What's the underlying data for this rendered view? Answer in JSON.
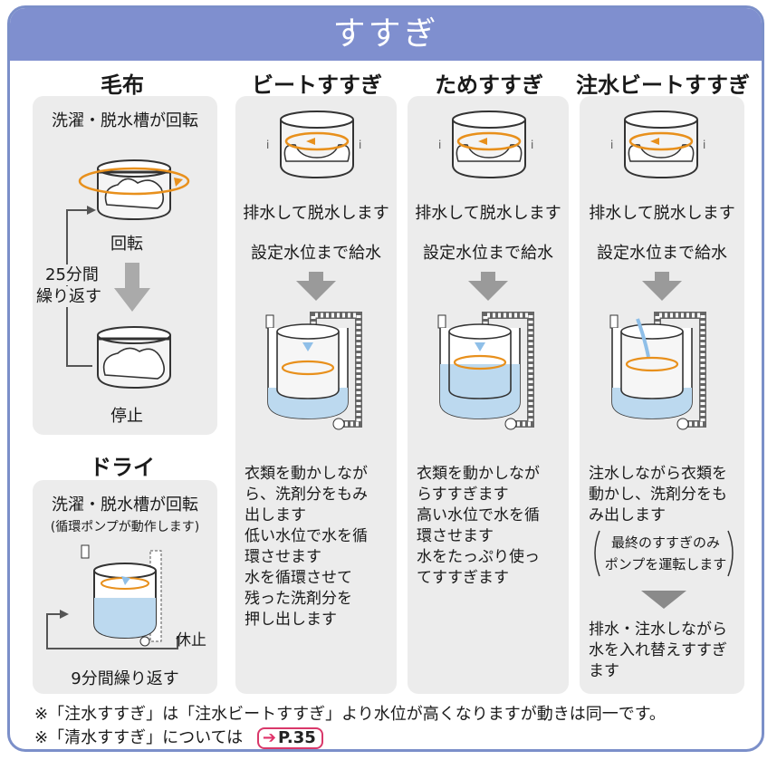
{
  "title": "すすぎ",
  "blanket": {
    "heading": "毛布",
    "caption": "洗濯・脱水槽が回転",
    "rotate_label": "回転",
    "repeat_label_1": "25分間",
    "repeat_label_2": "繰り返す",
    "stop_label": "停止"
  },
  "dry": {
    "heading": "ドライ",
    "caption_1": "洗濯・脱水槽が回転",
    "caption_2": "(循環ポンプが動作します)",
    "pause_label": "休止",
    "repeat_label": "9分間繰り返す"
  },
  "beat": {
    "heading": "ビートすすぎ",
    "step1": "排水して脱水します",
    "step2": "設定水位まで給水",
    "desc": [
      "衣類を動かしなが",
      "ら、洗剤分をもみ",
      "出します",
      "低い水位で水を循",
      "環させます",
      "水を循環させて",
      "残った洗剤分を",
      "押し出します"
    ]
  },
  "tame": {
    "heading": "ためすすぎ",
    "step1": "排水して脱水します",
    "step2": "設定水位まで給水",
    "desc": [
      "衣類を動かしなが",
      "らすすぎます",
      "高い水位で水を循",
      "環させます",
      "水をたっぷり使っ",
      "てすすぎます"
    ]
  },
  "chusui": {
    "heading": "注水ビートすすぎ",
    "step1": "排水して脱水します",
    "step2": "設定水位まで給水",
    "desc": [
      "注水しながら衣類を",
      "動かし、洗剤分をも",
      "み出します"
    ],
    "note_1": "最終のすすぎのみ",
    "note_2": "ポンプを運転します",
    "desc2": [
      "排水・注水しながら",
      "水を入れ替えすすぎ",
      "ます"
    ]
  },
  "footer": {
    "line1": "※「注水すすぎ」は「注水ビートすすぎ」より水位が高くなりますが動きは同一です。",
    "line2": "※「清水すすぎ」については",
    "page_ref": "P.35"
  },
  "colors": {
    "frame": "#7b8fc9",
    "title_bg": "#7f8fcf",
    "panel": "#ececec",
    "water": "#bcd9ef",
    "rotation": "#e8901c",
    "arrow_gray": "#9a9a9a",
    "page_ref": "#d9386a"
  }
}
